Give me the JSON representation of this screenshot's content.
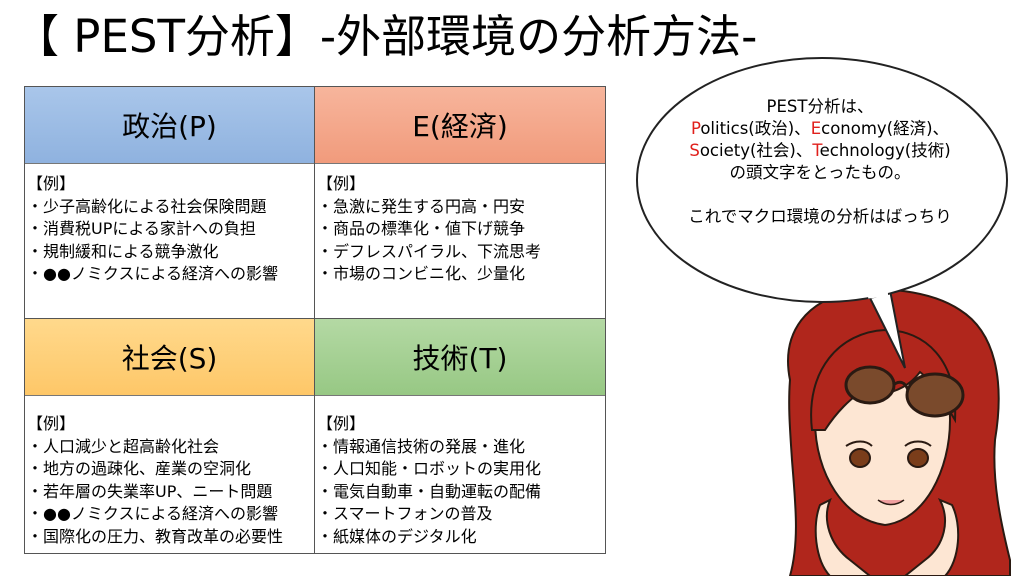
{
  "title": "【 PEST分析】-外部環境の分析方法-",
  "cells": {
    "politics": {
      "header": "政治(P)",
      "example_label": "【例】",
      "items": [
        "・少子高齢化による社会保険問題",
        "・消費税UPによる家計への負担",
        "・規制緩和による競争激化",
        "・●●ノミクスによる経済への影響"
      ]
    },
    "economy": {
      "header": "E(経済)",
      "example_label": "【例】",
      "items": [
        "・急激に発生する円高・円安",
        "・商品の標準化・値下げ競争",
        "・デフレスパイラル、下流思考",
        "・市場のコンビニ化、少量化"
      ]
    },
    "society": {
      "header": "社会(S)",
      "example_label": "【例】",
      "items": [
        "・人口減少と超高齢化社会",
        "・地方の過疎化、産業の空洞化",
        "・若年層の失業率UP、ニート問題",
        "・●●ノミクスによる経済への影響",
        "・国際化の圧力、教育改革の必要性"
      ]
    },
    "technology": {
      "header": "技術(T)",
      "example_label": "【例】",
      "items": [
        "・情報通信技術の発展・進化",
        "・人口知能・ロボットの実用化",
        "・電気自動車・自動運転の配備",
        "・スマートフォンの普及",
        "・紙媒体のデジタル化"
      ]
    }
  },
  "bubble": {
    "line1": "PEST分析は、",
    "p_initial": "P",
    "p_rest": "olitics(政治)、",
    "e_initial": "E",
    "e_rest": "conomy(経済)、",
    "s_initial": "S",
    "s_rest": "ociety(社会)、",
    "t_initial": "T",
    "t_rest": "echnology(技術)",
    "line4": "の頭文字をとったもの。",
    "line5": "これでマクロ環境の分析はばっちり"
  },
  "colors": {
    "politics_header": "#9dbde6",
    "economy_header": "#f5a98c",
    "society_header": "#fed07a",
    "technology_header": "#a6d193",
    "initial_red": "#e0201c",
    "hair": "#b0261c"
  }
}
